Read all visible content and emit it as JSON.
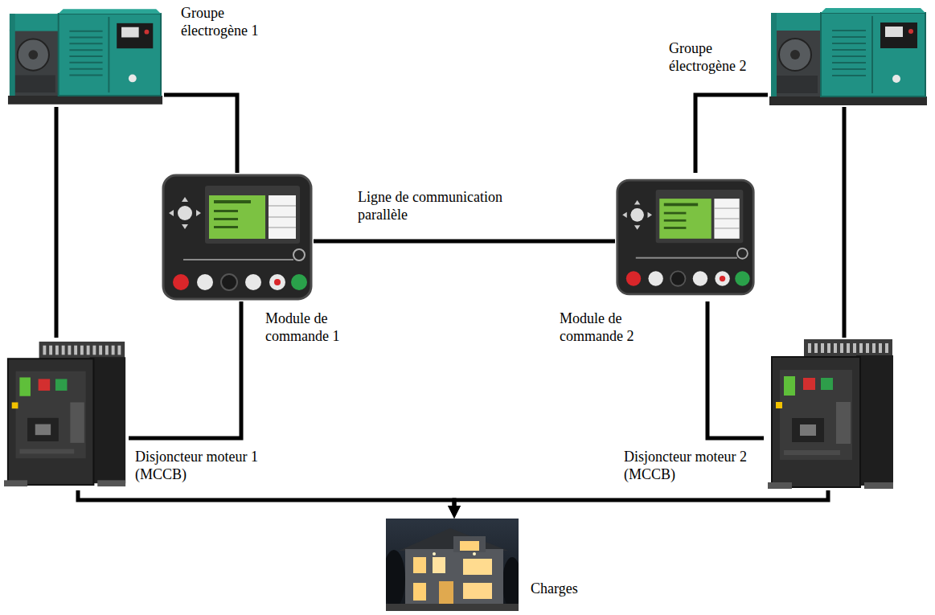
{
  "diagram": {
    "nodes": [
      {
        "text": [
          "Groupe électrogène 1"
        ]
      },
      {
        "text": [
          "Groupe électrogène 2"
        ]
      },
      {
        "text": [
          "Module de commande 1"
        ]
      },
      {
        "text": [
          "Module de commande 2"
        ]
      },
      {
        "text": [
          "Disjoncteur moteur 1 (MCCB)"
        ]
      },
      {
        "text": [
          "Disjoncteur moteur 2 (MCCB)"
        ]
      },
      {
        "text": [
          "Charges"
        ]
      }
    ],
    "edges": [
      {
        "from": 0,
        "to": 2,
        "arrow": "none"
      },
      {
        "from": 0,
        "to": 4,
        "arrow": "none"
      },
      {
        "from": 2,
        "to": 4,
        "arrow": "none"
      },
      {
        "from": 2,
        "to": 3,
        "label": "Ligne de communication parallèle",
        "arrow": "none"
      },
      {
        "from": 1,
        "to": 3,
        "arrow": "none"
      },
      {
        "from": 1,
        "to": 5,
        "arrow": "none"
      },
      {
        "from": 3,
        "to": 5,
        "arrow": "none"
      },
      {
        "from": 4,
        "to": 6,
        "arrow": "to"
      },
      {
        "from": 5,
        "to": 6,
        "arrow": "to"
      }
    ]
  }
}
